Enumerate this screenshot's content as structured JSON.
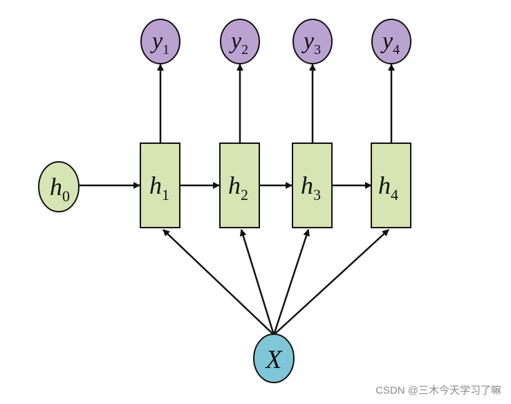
{
  "diagram": {
    "nodes": {
      "h0": {
        "var": "h",
        "sub": "0"
      },
      "h1": {
        "var": "h",
        "sub": "1"
      },
      "h2": {
        "var": "h",
        "sub": "2"
      },
      "h3": {
        "var": "h",
        "sub": "3"
      },
      "h4": {
        "var": "h",
        "sub": "4"
      },
      "y1": {
        "var": "y",
        "sub": "1"
      },
      "y2": {
        "var": "y",
        "sub": "2"
      },
      "y3": {
        "var": "y",
        "sub": "3"
      },
      "y4": {
        "var": "y",
        "sub": "4"
      },
      "x": {
        "var": "X"
      }
    },
    "colors": {
      "hidden_fill": "#d6e5b3",
      "output_fill": "#bba3d1",
      "input_fill": "#7fc7d8",
      "stroke": "#111111"
    }
  },
  "watermark": {
    "text": "CSDN @三木今天学习了嘛"
  }
}
